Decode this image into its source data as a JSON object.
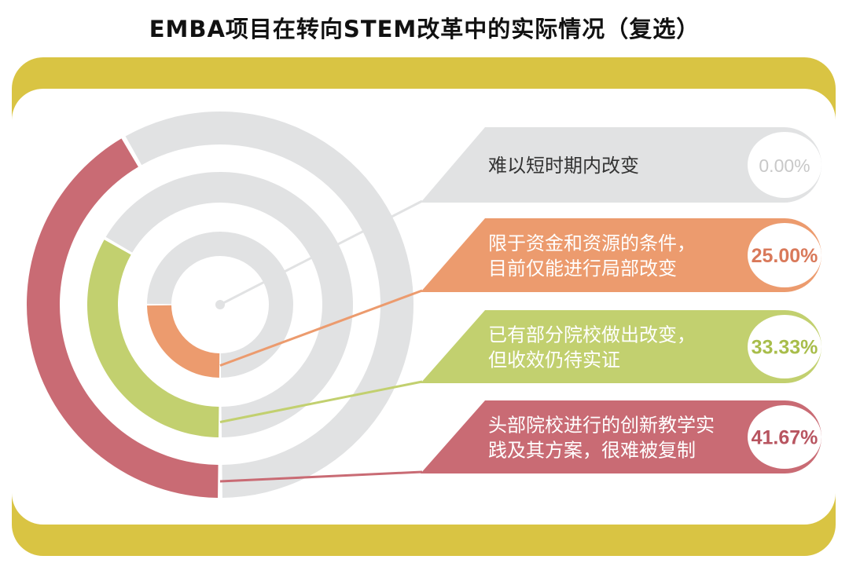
{
  "chart_data": {
    "type": "radial-bar",
    "title": "EMBA项目在转向STEM改革中的实际情况（复选）",
    "unit": "%",
    "range": [
      0,
      100
    ],
    "series": [
      {
        "label": "难以短时期内改变",
        "lines": [
          "难以短时期内改变"
        ],
        "value": 0.0,
        "value_label": "0.00%",
        "color": "#e1e2e3",
        "text_color": "#333333",
        "badge_color": "#c8c8c8"
      },
      {
        "label": "限于资金和资源的条件，目前仅能进行局部改变",
        "lines": [
          "限于资金和资源的条件，",
          "目前仅能进行局部改变"
        ],
        "value": 25.0,
        "value_label": "25.00%",
        "color": "#ec9b6e",
        "text_color": "#ffffff",
        "badge_color": "#d9795a"
      },
      {
        "label": "已有部分院校做出改变，但收效仍待实证",
        "lines": [
          "已有部分院校做出改变，",
          "但收效仍待实证"
        ],
        "value": 33.33,
        "value_label": "33.33%",
        "color": "#c2d06f",
        "text_color": "#ffffff",
        "badge_color": "#a8bd4a"
      },
      {
        "label": "头部院校进行的创新教学实践及其方案，很难被复制",
        "lines": [
          "头部院校进行的创新教学实",
          "践及其方案，很难被复制"
        ],
        "value": 41.67,
        "value_label": "41.67%",
        "color": "#c96b74",
        "text_color": "#ffffff",
        "badge_color": "#b85560"
      }
    ],
    "track_color": "#e1e2e3",
    "frame_color": "#d9c443"
  }
}
